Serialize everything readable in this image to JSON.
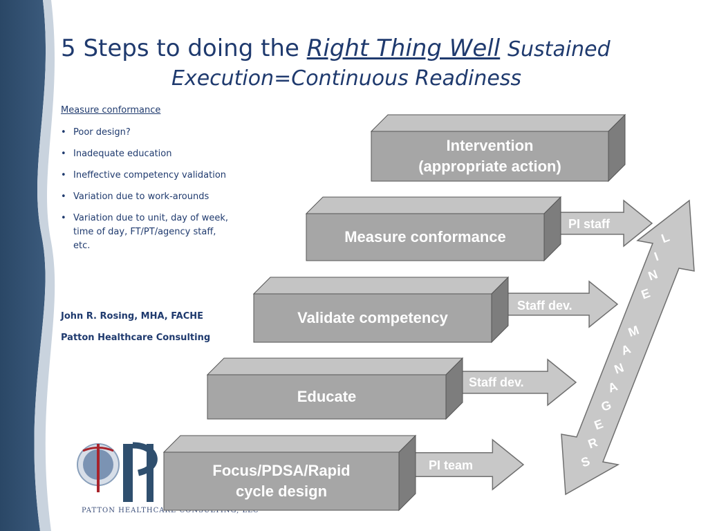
{
  "title": {
    "prefix": "5 Steps to doing the ",
    "emphasis": "Right Thing Well",
    "suffix": "Sustained",
    "line2": "Execution=Continuous Readiness"
  },
  "sidebar": {
    "heading": "Measure conformance",
    "bullets": [
      "Poor design?",
      "Inadequate education",
      "Ineffective competency validation",
      "Variation due to work-arounds",
      "Variation due to unit, day of week, time of day, FT/PT/agency staff, etc."
    ],
    "author": "John R. Rosing, MHA, FACHE",
    "company": "Patton Healthcare Consulting",
    "logo_text": "PATTON HEALTHCARE CONSULTING, LLC"
  },
  "steps": [
    {
      "label": "Focus/PDSA/Rapid cycle design",
      "arrow_label": "PI team"
    },
    {
      "label": "Educate",
      "arrow_label": "Staff dev."
    },
    {
      "label": "Validate competency",
      "arrow_label": "Staff dev."
    },
    {
      "label": "Measure conformance",
      "arrow_label": "PI staff"
    },
    {
      "label": "Intervention (appropriate action)",
      "arrow_label": ""
    }
  ],
  "line_managers": "LINE MANAGERS",
  "colors": {
    "title": "#1f3a6e",
    "box_front": "#a6a6a6",
    "box_top": "#c4c4c4",
    "box_side": "#7d7d7d",
    "arrow": "#c8c8c8",
    "band_dark": "#2f4f6e"
  }
}
